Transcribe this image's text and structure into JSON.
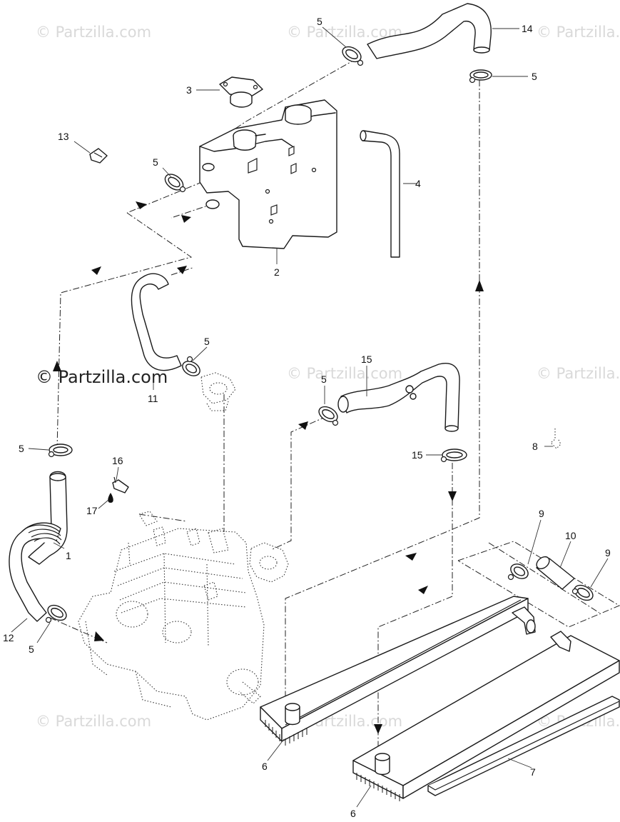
{
  "watermark": {
    "text": "© Partzilla.com",
    "main_text": "© Partzilla.com"
  },
  "callouts": {
    "c1": "1",
    "c2": "2",
    "c3": "3",
    "c4": "4",
    "c5_a": "5",
    "c5_b": "5",
    "c5_c": "5",
    "c5_d": "5",
    "c5_e": "5",
    "c5_f": "5",
    "c5_g": "5",
    "c6_a": "6",
    "c6_b": "6",
    "c7": "7",
    "c8": "8",
    "c9_a": "9",
    "c9_b": "9",
    "c10": "10",
    "c11": "11",
    "c12": "12",
    "c13": "13",
    "c14": "14",
    "c15_a": "15",
    "c15_b": "15",
    "c16": "16",
    "c17": "17"
  }
}
